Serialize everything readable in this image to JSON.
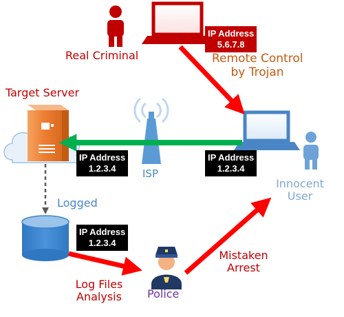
{
  "labels": {
    "real_criminal": "Real Criminal",
    "remote_control_line1": "Remote Control",
    "remote_control_line2": "by Trojan",
    "target_server": "Target Server",
    "isp": "ISP",
    "innocent_user_line1": "Innocent",
    "innocent_user_line2": "User",
    "logged": "Logged",
    "mistaken_arrest_line1": "Mistaken",
    "mistaken_arrest_line2": "Arrest",
    "log_files_line1": "Log Files",
    "log_files_line2": "Analysis",
    "police": "Police"
  },
  "ip_boxes": {
    "criminal": {
      "title": "IP Address",
      "value": "5.6.7.8"
    },
    "server": {
      "title": "IP Address",
      "value": "1.2.3.4"
    },
    "user": {
      "title": "IP Address",
      "value": "1.2.3.4"
    },
    "database": {
      "title": "IP Address",
      "value": "1.2.3.4"
    }
  },
  "colors": {
    "criminal_text": "#c00000",
    "remote_control_text": "#c55a11",
    "target_server_text": "#c00000",
    "blue_text": "#4a86c5",
    "innocent_user_text": "#7fa7d6",
    "police_text": "#7030a0",
    "arrow_red": "#ff0000",
    "arrow_green": "#00b050",
    "server_orange": "#ed7d31",
    "database_blue": "#3b84cc"
  },
  "icons": [
    "criminal-person-icon",
    "red-laptop-icon",
    "blue-laptop-icon",
    "user-person-icon",
    "server-icon",
    "cloud-icon",
    "isp-tower-icon",
    "database-icon",
    "police-officer-icon"
  ]
}
